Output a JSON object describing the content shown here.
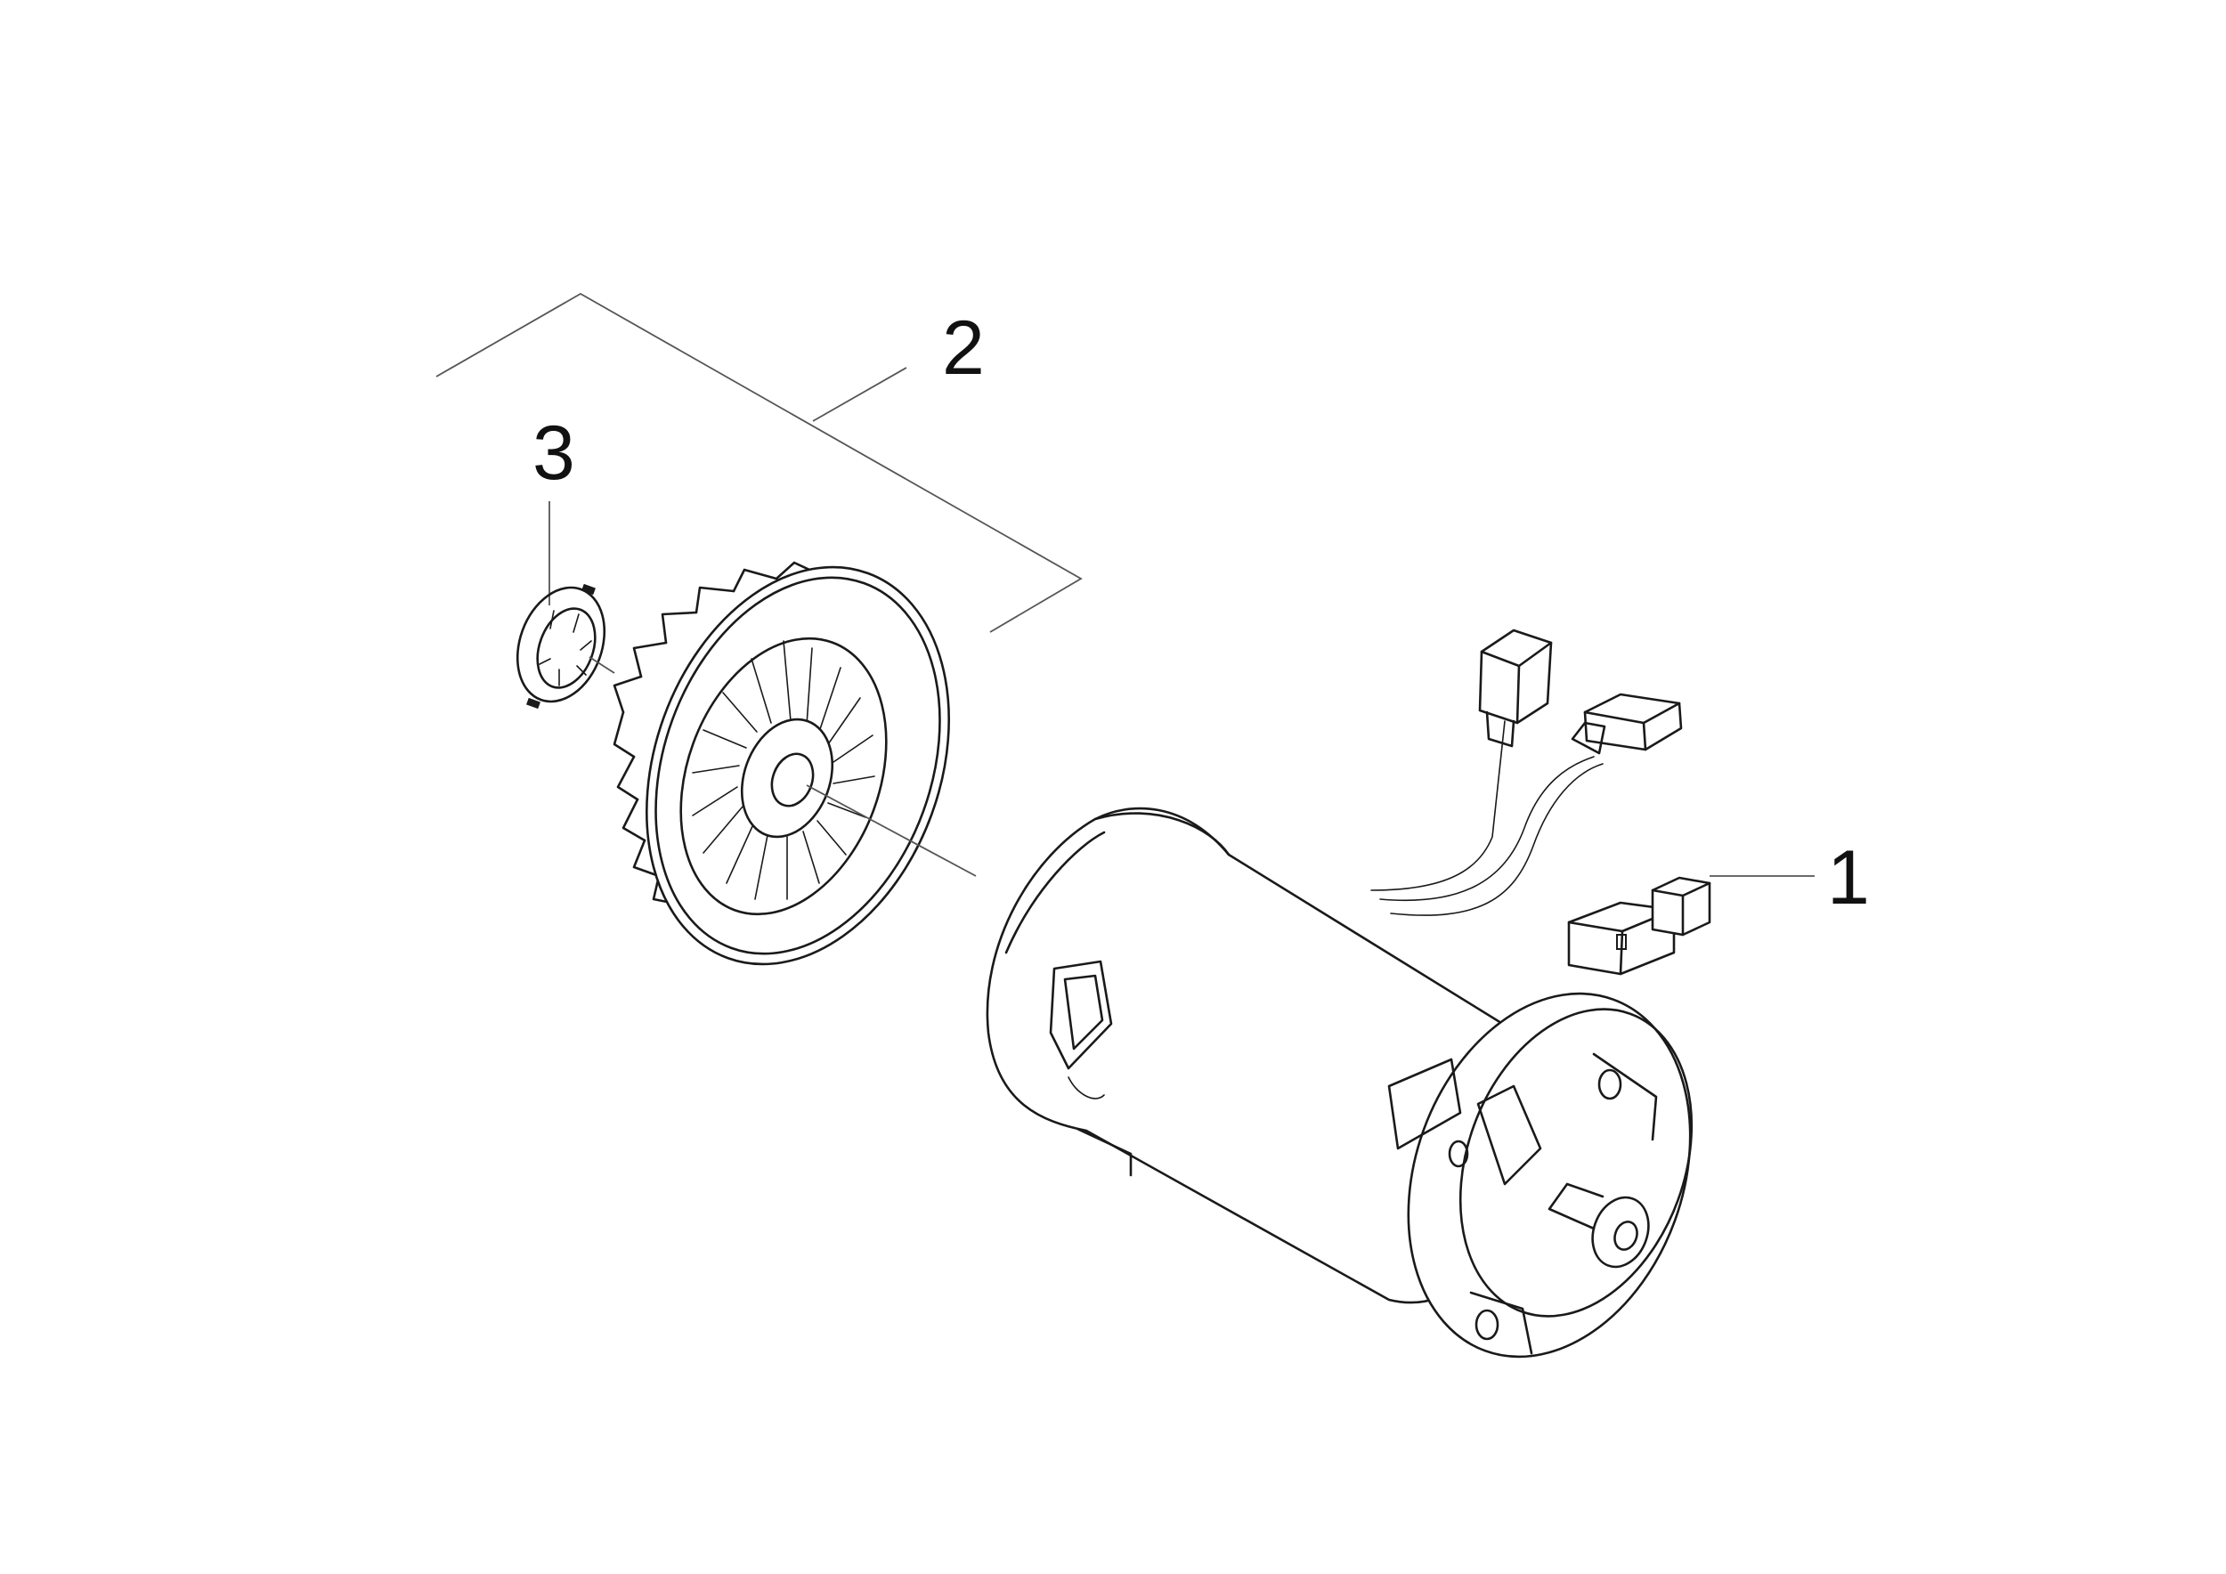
{
  "diagram": {
    "callouts": [
      {
        "id": "1",
        "label": "1",
        "part": "carbon-brush"
      },
      {
        "id": "2",
        "label": "2",
        "part": "fan-assembly"
      },
      {
        "id": "3",
        "label": "3",
        "part": "retaining-ring"
      }
    ],
    "colors": {
      "line": "#1a1a1a",
      "leader": "#555555",
      "background": "#ffffff"
    }
  }
}
